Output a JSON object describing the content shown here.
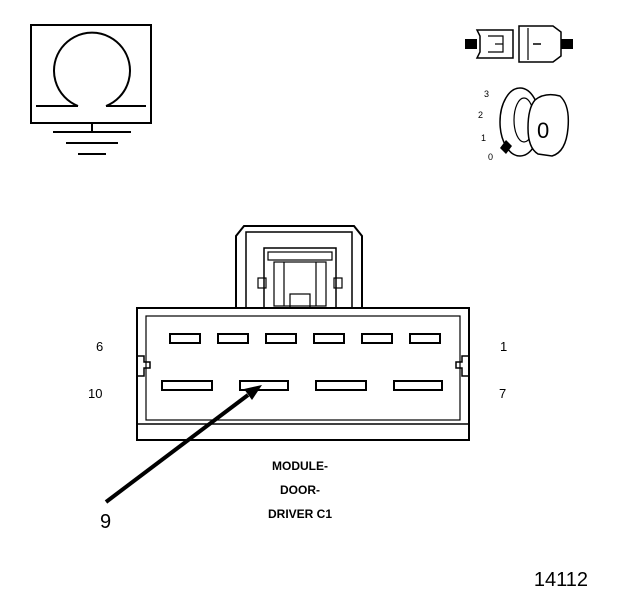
{
  "symbols": {
    "ground_icon": "ground-symbol-icon",
    "connector_icon": "connector-symbol-icon",
    "ignition_icon": "ignition-key-icon"
  },
  "ignition": {
    "positions": [
      "3",
      "2",
      "1",
      "0"
    ],
    "key_label": "0"
  },
  "connector": {
    "pin_labels": {
      "top_left": "6",
      "top_right": "1",
      "bottom_left": "10",
      "bottom_right": "7"
    },
    "name_lines": [
      "MODULE-",
      "DOOR-",
      "DRIVER C1"
    ],
    "callout": "9"
  },
  "figure_number": "14112",
  "colors": {
    "ink": "#000000",
    "background": "#ffffff"
  }
}
